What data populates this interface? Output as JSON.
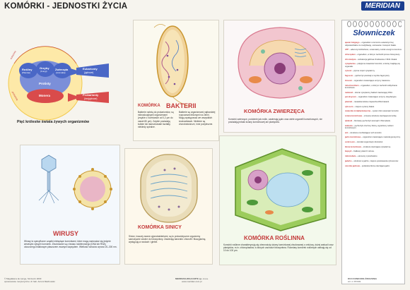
{
  "title": "KOMÓRKI - JEDNOSTKI ŻYCIA",
  "publisher": "MERIDIAN",
  "kingdoms": {
    "caption": "Pięć królestw świata żywych organizmów",
    "eukaryota_label": "Eukarionty",
    "eukaryota_sub": "(jądrowe)",
    "prokaryota_label": "Prokarionty",
    "prokaryota_sub": "(bezjądrowe)",
    "plants": "Rośliny",
    "plants_sub": "(Plantae)",
    "fungi": "Grzyby",
    "fungi_sub": "(Fungi)",
    "animals": "Zwierzęta",
    "animals_sub": "(Animalia)",
    "protists": "Protisty",
    "monera": "Monera",
    "ring_eukaryota": "eukariota",
    "ring_prokaryota": "prokariota"
  },
  "bacteria": {
    "heading_pre": "KOMÓRKA",
    "heading_main": "BAKTERII",
    "text_left": "Bakterie należą do prokariontów, są mikroskopijnymi organizmami (zwykle o rozmiarach od 0,2 μm do nawet 80 μm). Zwykle posiadają kuliste lub laseczkowate kształty, niekiedy spiralne.",
    "text_right": "Bakterie są organizmami najbardziej rozpowszechnionymi na Ziemi. Mogą występować we wszystkich środowiskach. Niektóre są chorobotwórcze, inne pożyteczne."
  },
  "animal": {
    "heading": "KOMÓRKA ZWIERZĘCA",
    "text": "Komórki zwierzęce, podobnie jak roślin, zawierają jądro oraz wiele organelli komórkowych, nie posiadają jednak ściany komórkowej ani plastydów."
  },
  "viruses": {
    "heading": "WIRUSY",
    "text": "Wirusy to specyficzne cząstki niebędące komórkami, które mogą namnażać się jedynie wewnątrz żywych komórek. Zbudowane są z kwasu nukleinowego (DNA lub RNA) otoczonego białkowym płaszczem zwanym kapsydem. Wielkość wirusów wynosi 20–300 nm."
  },
  "cyanobacteria": {
    "heading": "KOMÓRKA SINICY",
    "text": "Sinice, inaczej zwane cyjanobakteriami, są to prokariotyczne organizmy samożywne zdolne do fotosyntezy. Zawierają barwniki: chlorofil i fikocyjaninę, występują w wodach i glebie."
  },
  "plant": {
    "heading": "KOMÓRKA ROŚLINNA",
    "text": "Komórki roślinne charakteryzują się obecnością ściany komórkowej zbudowanej z celulozy, dużej wakuoli oraz plastydów, m.in. chloroplastów, w których zachodzi fotosynteza. Rozmiary komórek roślinnych wahają się od 10 do 100 μm."
  },
  "dictionary": {
    "title": "Słowniczek",
    "entries": [
      {
        "term": "aparat Golgiego",
        "def": "– organellum w komórce eukariotycznej odpowiedzialne za modyfikację, sortowanie i transport białek."
      },
      {
        "term": "ATP",
        "def": "– adenozynotrifosforan, uniwersalny nośnik energii w komórce."
      },
      {
        "term": "chloroplast",
        "def": "– organellum, w którym zachodzi proces fotosyntezy."
      },
      {
        "term": "chromatyna",
        "def": "– substancja jądrowa zbudowana z DNA i białek."
      },
      {
        "term": "cytoplazma",
        "def": "– półpłynna zawartość komórki, w której znajdują się organelle."
      },
      {
        "term": "cytozol",
        "def": "– płynna część cytoplazmy."
      },
      {
        "term": "fagosom",
        "def": "– pęcherzyk powstały w wyniku fagocytozy."
      },
      {
        "term": "lizosom",
        "def": "– organellum zawierające enzymy trawienne."
      },
      {
        "term": "mitochondrium",
        "def": "– organellum, w którym zachodzi oddychanie komórkowe."
      },
      {
        "term": "nukleoid",
        "def": "– obszar cytoplazmy bakterii zawierający DNA."
      },
      {
        "term": "peroksysom",
        "def": "– organellum zawierające enzymy oksydacyjne."
      },
      {
        "term": "plazmid",
        "def": "– niewielka kolista cząsteczka DNA bakterii."
      },
      {
        "term": "rybosom",
        "def": "– miejsce syntezy białek."
      },
      {
        "term": "siateczka śródplazmatyczna",
        "def": "– system błon wewnątrz komórki."
      },
      {
        "term": "ściana komórkowa",
        "def": "– sztywna struktura otaczająca komórkę."
      },
      {
        "term": "tylakoid",
        "def": "– błoniasty pęcherzyk wewnątrz chloroplastu."
      },
      {
        "term": "wakuola",
        "def": "– pęcherzyk otoczony błoną, wypełniony sokiem komórkowym."
      },
      {
        "term": "wić",
        "def": "– struktura umożliwiająca ruch komórki."
      },
      {
        "term": "jądro komórkowe",
        "def": "– organellum zawierające materiał genetyczny."
      },
      {
        "term": "centrosom",
        "def": "– ośrodek organizacji mikrotubul."
      },
      {
        "term": "błona komórkowa",
        "def": "– struktura otaczająca cytoplazmę."
      },
      {
        "term": "kapsyd",
        "def": "– białkowy płaszcz wirusa."
      },
      {
        "term": "mikrotubule",
        "def": "– elementy cytoszkieletu."
      },
      {
        "term": "jąderko",
        "def": "– struktura w jądrze, miejsce powstawania rybosomów."
      },
      {
        "term": "otoczka jądrowa",
        "def": "– podwójna błona otaczająca jądro."
      }
    ]
  },
  "footer": {
    "left1": "© Magdalena de Lange, Szczecin 2003",
    "left2": "opracowanie merytoryczne: dr hab. Antoni Machowski",
    "center1": "MERIDIAN-WALKARTE sp. z o.o.",
    "center2": "www.meridian.com.pl",
    "right1": "DUO KONKORD-ĆWICZENIA",
    "right2": "Art. nr 87/003"
  },
  "colors": {
    "heading_red": "#c43a3a",
    "brand_blue": "#1b3f8f",
    "plant_green": "#7fb94a",
    "animal_pink": "#f2a7b8"
  }
}
